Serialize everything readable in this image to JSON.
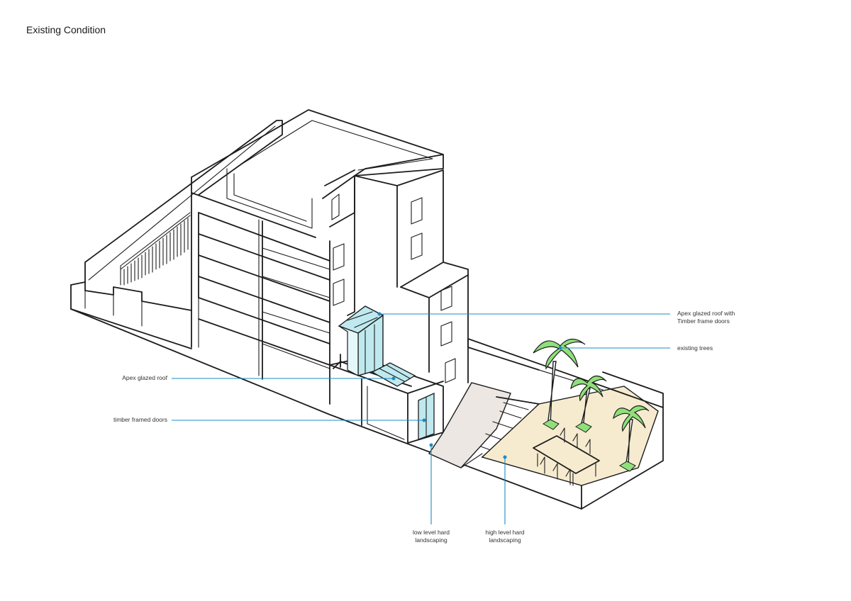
{
  "page_title": "Existing Condition",
  "annotations": {
    "apex_roof_doors": "Apex glazed roof with\nTimber frame doors",
    "existing_trees": "existing trees",
    "apex_roof": "Apex glazed roof",
    "timber_doors": "timber framed doors",
    "low_level": "low level hard\nlandscaping",
    "high_level": "high level hard\nlandscaping"
  },
  "colors": {
    "ink": "#1c1c1c",
    "leader": "#1b8cc4",
    "glazing": "#bfe9ef",
    "tree_canopy": "#8fe07a",
    "high_paving": "#f6ebcf",
    "low_paving": "#ece7e2"
  }
}
